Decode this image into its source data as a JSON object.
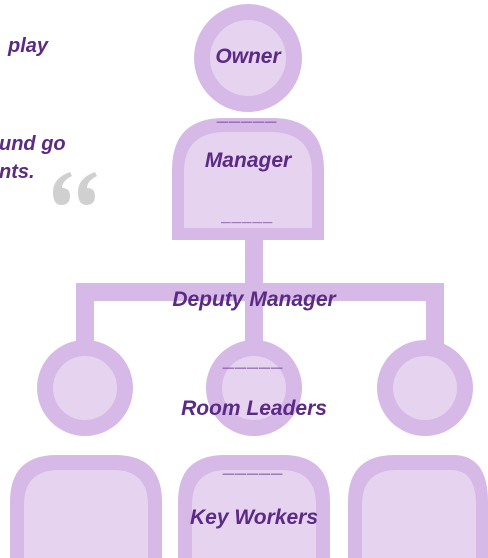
{
  "intro_text": {
    "line1": "play",
    "line2": "und go",
    "line3": "nts."
  },
  "quote_icon": "closing-quote-icon",
  "roles": {
    "owner": "Owner",
    "manager": "Manager",
    "deputy_manager": "Deputy Manager",
    "room_leaders": "Room Leaders",
    "key_workers": "Key Workers"
  },
  "separator": "_____",
  "colors": {
    "figure_light": "#e6d3ef",
    "figure_mid": "#d6b9e6",
    "text": "#5b2a86",
    "quote": "#d0d0d0"
  }
}
